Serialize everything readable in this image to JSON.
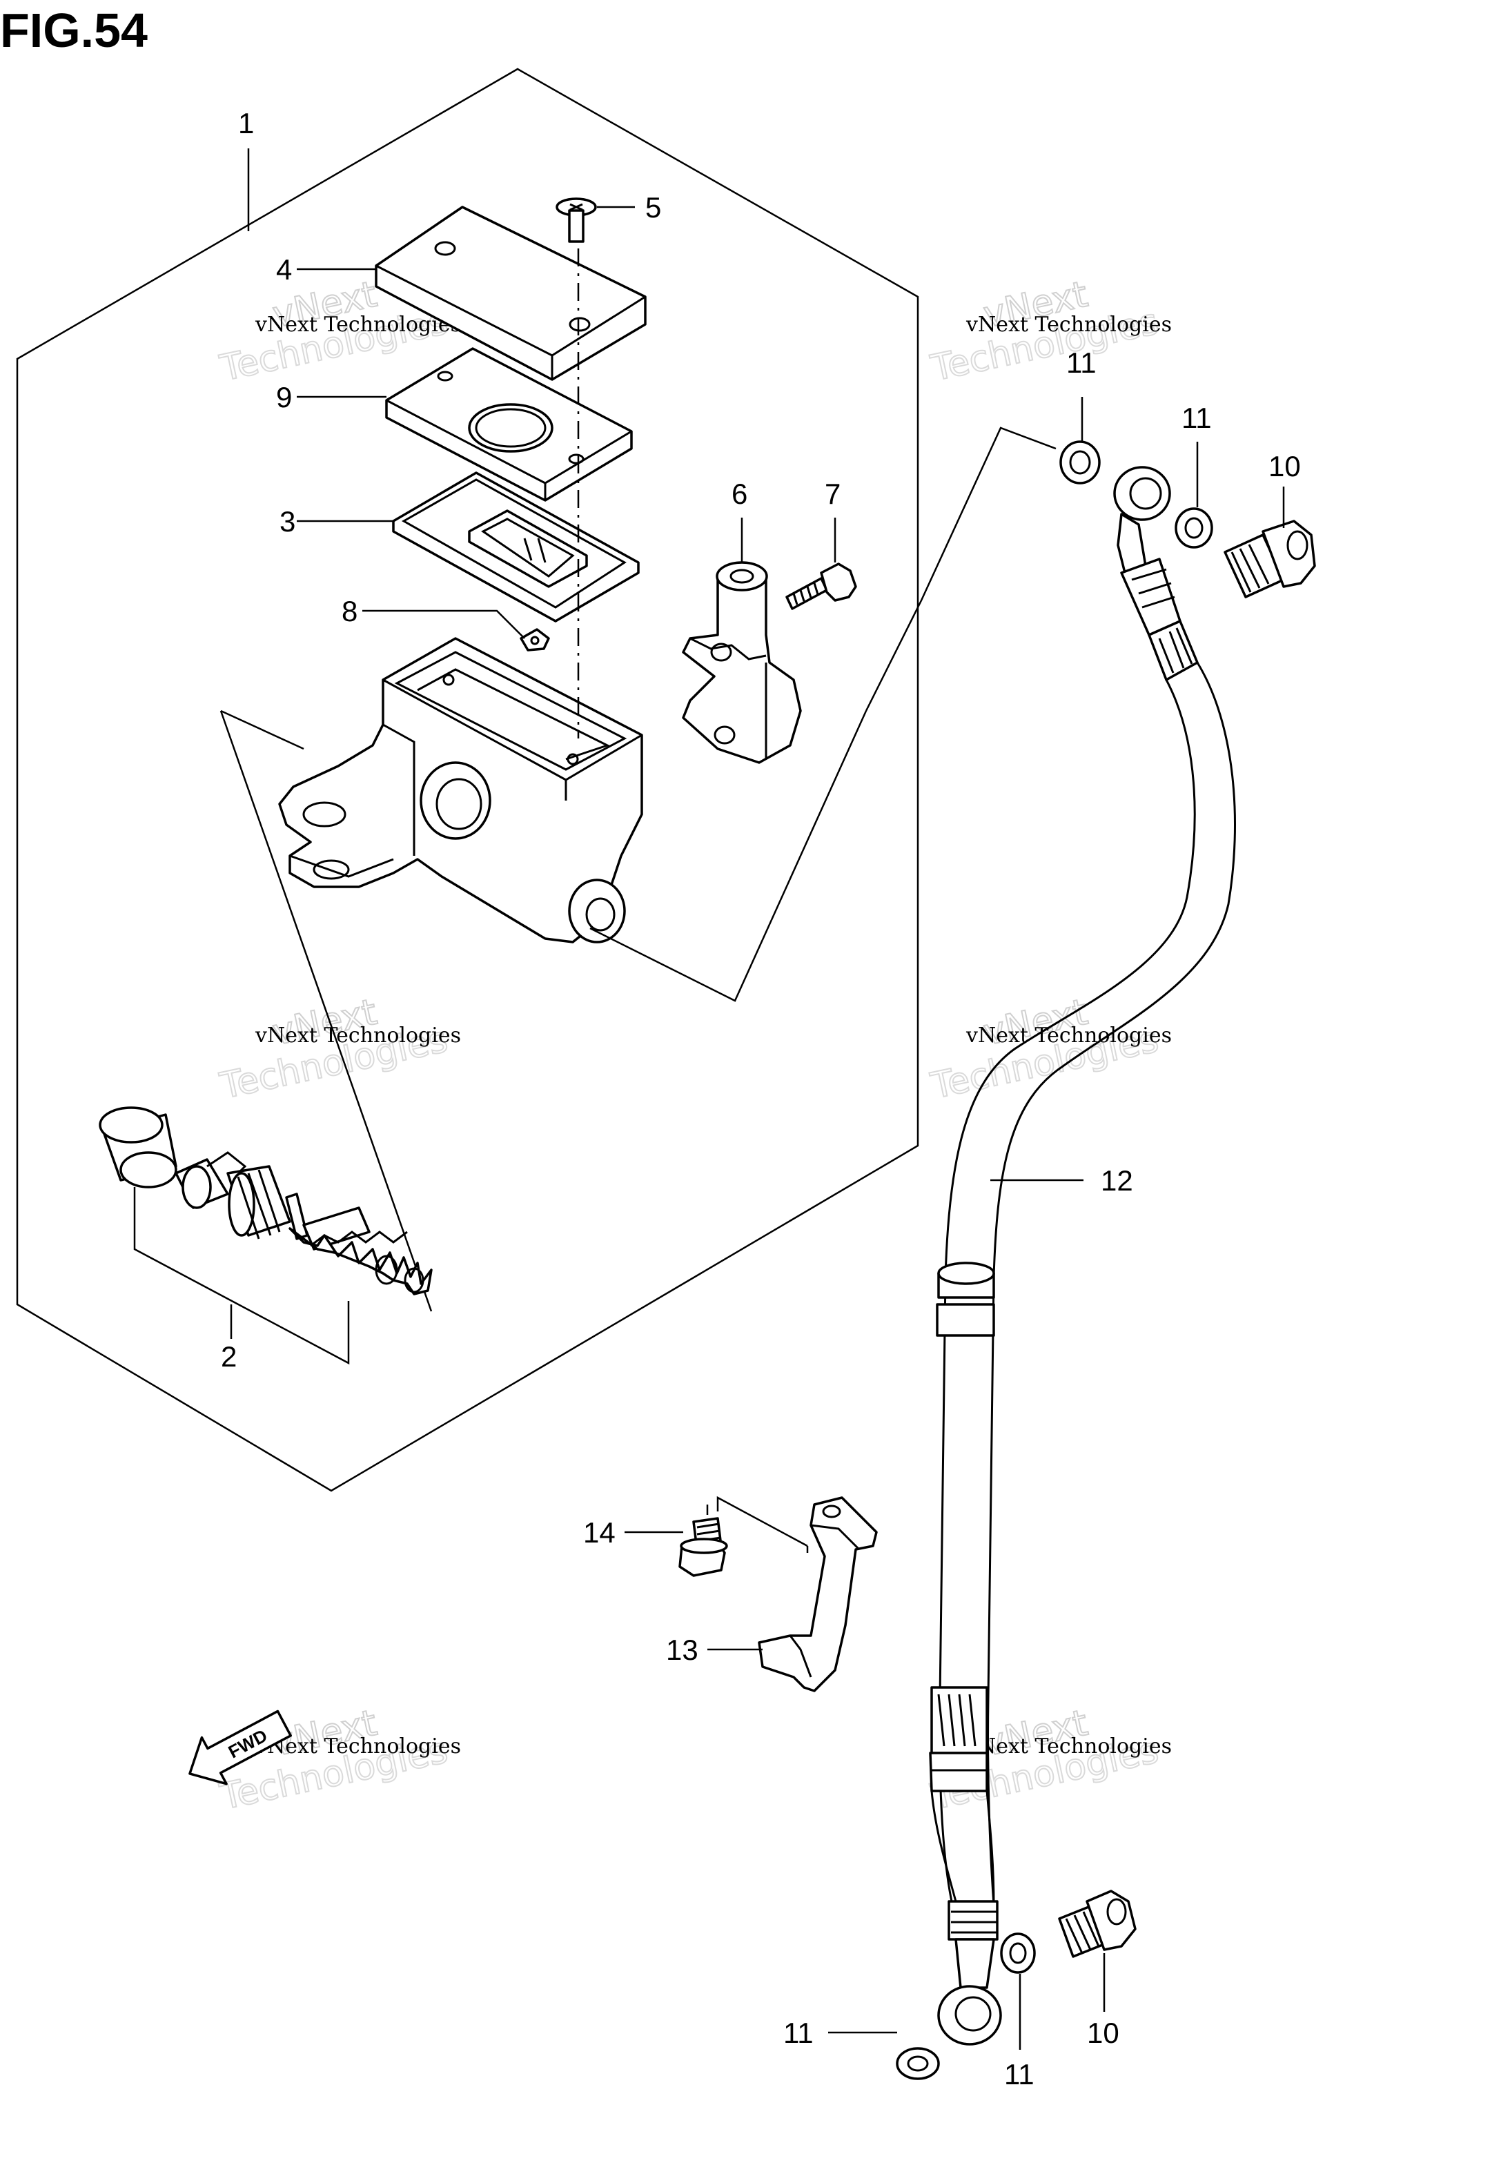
{
  "figure": {
    "title": "FIG.54"
  },
  "callouts": [
    {
      "id": "c1",
      "label": "1"
    },
    {
      "id": "c2",
      "label": "2"
    },
    {
      "id": "c3",
      "label": "3"
    },
    {
      "id": "c4",
      "label": "4"
    },
    {
      "id": "c5",
      "label": "5"
    },
    {
      "id": "c6",
      "label": "6"
    },
    {
      "id": "c7",
      "label": "7"
    },
    {
      "id": "c8",
      "label": "8"
    },
    {
      "id": "c9",
      "label": "9"
    },
    {
      "id": "c10a",
      "label": "10"
    },
    {
      "id": "c10b",
      "label": "10"
    },
    {
      "id": "c11a",
      "label": "11"
    },
    {
      "id": "c11b",
      "label": "11"
    },
    {
      "id": "c11c",
      "label": "11"
    },
    {
      "id": "c11d",
      "label": "11"
    },
    {
      "id": "c12",
      "label": "12"
    },
    {
      "id": "c13",
      "label": "13"
    },
    {
      "id": "c14",
      "label": "14"
    }
  ],
  "fwd_label": "FWD",
  "watermark": {
    "brand": "vNext",
    "line": "Technologies",
    "small": "vNext Technologies"
  }
}
